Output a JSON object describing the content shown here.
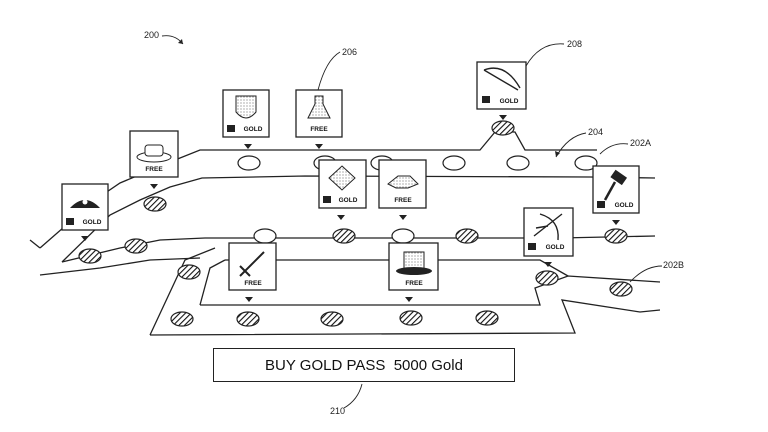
{
  "refs": {
    "figure": "200",
    "tile_206": "206",
    "tile_208": "208",
    "path_204": "204",
    "path_202a": "202A",
    "path_202b": "202B",
    "button_210": "210"
  },
  "tiles": [
    {
      "id": "pirate-hat",
      "label": "GOLD",
      "locked": true,
      "icon": "pirate-hat-icon"
    },
    {
      "id": "straw-hat",
      "label": "FREE",
      "locked": false,
      "icon": "straw-hat-icon"
    },
    {
      "id": "shield",
      "label": "GOLD",
      "locked": true,
      "icon": "shield-icon"
    },
    {
      "id": "potion",
      "label": "FREE",
      "locked": false,
      "icon": "potion-flask-icon"
    },
    {
      "id": "bow-top",
      "label": "GOLD",
      "locked": true,
      "icon": "bow-icon"
    },
    {
      "id": "diamond",
      "label": "GOLD",
      "locked": true,
      "icon": "gem-icon"
    },
    {
      "id": "handshake",
      "label": "FREE",
      "locked": false,
      "icon": "handshake-icon"
    },
    {
      "id": "hammer",
      "label": "GOLD",
      "locked": true,
      "icon": "hammer-icon"
    },
    {
      "id": "crossbow",
      "label": "GOLD",
      "locked": true,
      "icon": "crossbow-icon"
    },
    {
      "id": "sword",
      "label": "FREE",
      "locked": false,
      "icon": "sword-icon"
    },
    {
      "id": "top-hat",
      "label": "FREE",
      "locked": false,
      "icon": "top-hat-icon"
    }
  ],
  "buy_button": {
    "label": "BUY GOLD PASS  5000 Gold"
  }
}
